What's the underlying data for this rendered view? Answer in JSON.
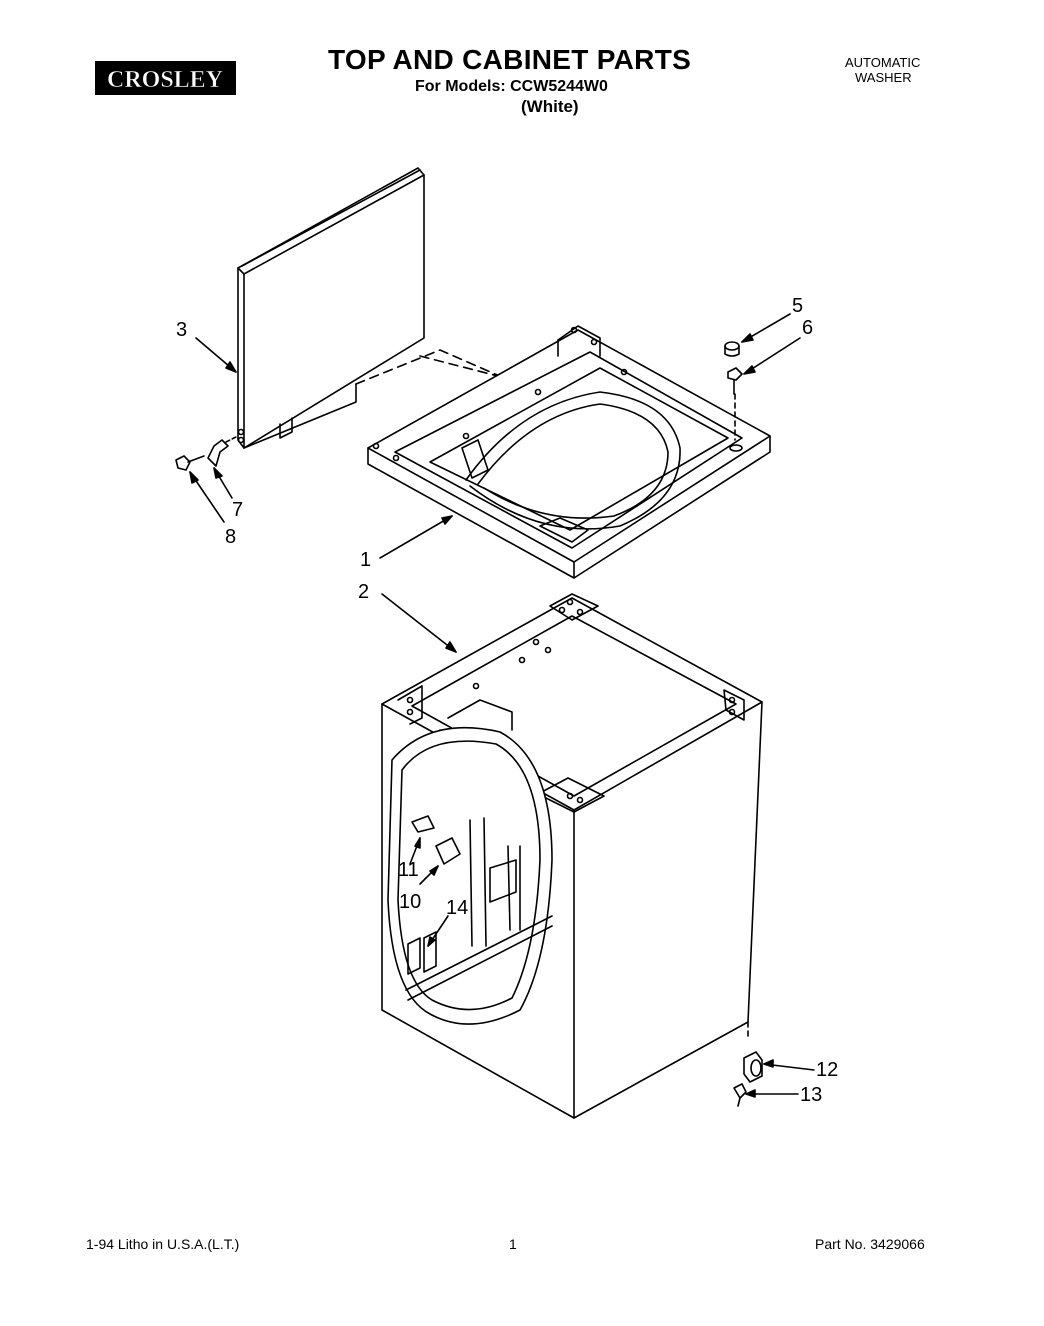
{
  "header": {
    "brand": "CROSLEY",
    "title": "TOP AND CABINET PARTS",
    "models_line": "For Models: CCW5244W0",
    "color_line": "(White)",
    "product_line1": "AUTOMATIC",
    "product_line2": "WASHER"
  },
  "callouts": {
    "c1": "1",
    "c2": "2",
    "c3": "3",
    "c5": "5",
    "c6": "6",
    "c7": "7",
    "c8": "8",
    "c10": "10",
    "c11": "11",
    "c12": "12",
    "c13": "13",
    "c14": "14"
  },
  "footer": {
    "litho": "1-94 Litho in U.S.A.(L.T.)",
    "page": "1",
    "part_no": "Part No. 3429066"
  }
}
